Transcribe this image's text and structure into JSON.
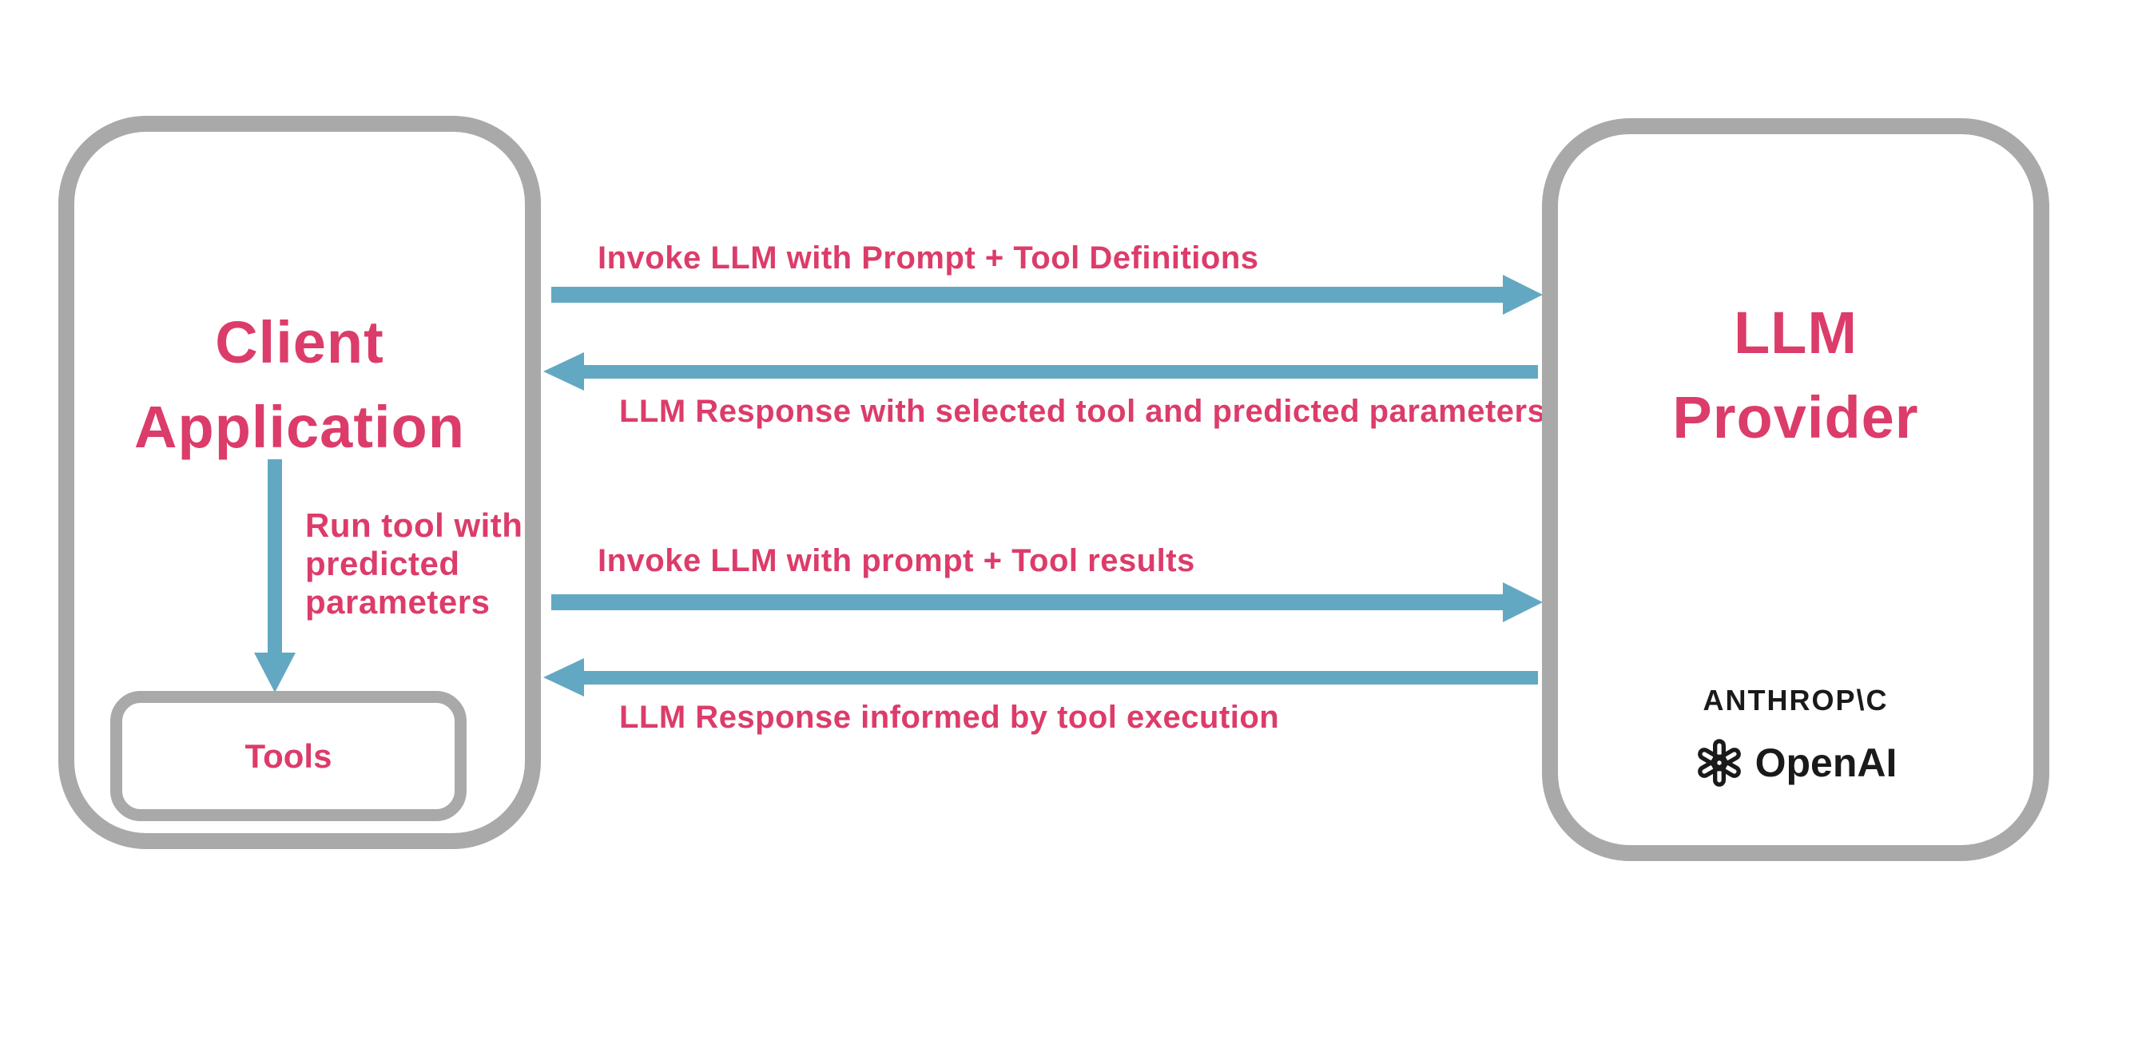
{
  "client": {
    "title_line1": "Client",
    "title_line2": "Application",
    "tools_label": "Tools"
  },
  "run_tool": {
    "line1": "Run tool with",
    "line2": "predicted",
    "line3": "parameters"
  },
  "llm": {
    "title_line1": "LLM",
    "title_line2": "Provider"
  },
  "providers": {
    "anthropic_logo_text": "ANTHROP\\C",
    "openai_logo_text": "OpenAI"
  },
  "flows": [
    {
      "label": "Invoke LLM with Prompt + Tool Definitions",
      "direction": "right"
    },
    {
      "label": "LLM Response with selected tool and predicted parameters",
      "direction": "left"
    },
    {
      "label": "Invoke LLM with prompt + Tool results",
      "direction": "right"
    },
    {
      "label": "LLM Response informed by tool execution",
      "direction": "left"
    }
  ],
  "colors": {
    "accent_pink": "#DC3C6A",
    "arrow_blue": "#63A8C2",
    "border_gray": "#A9A9A9",
    "logo_black": "#1A1A1A"
  }
}
